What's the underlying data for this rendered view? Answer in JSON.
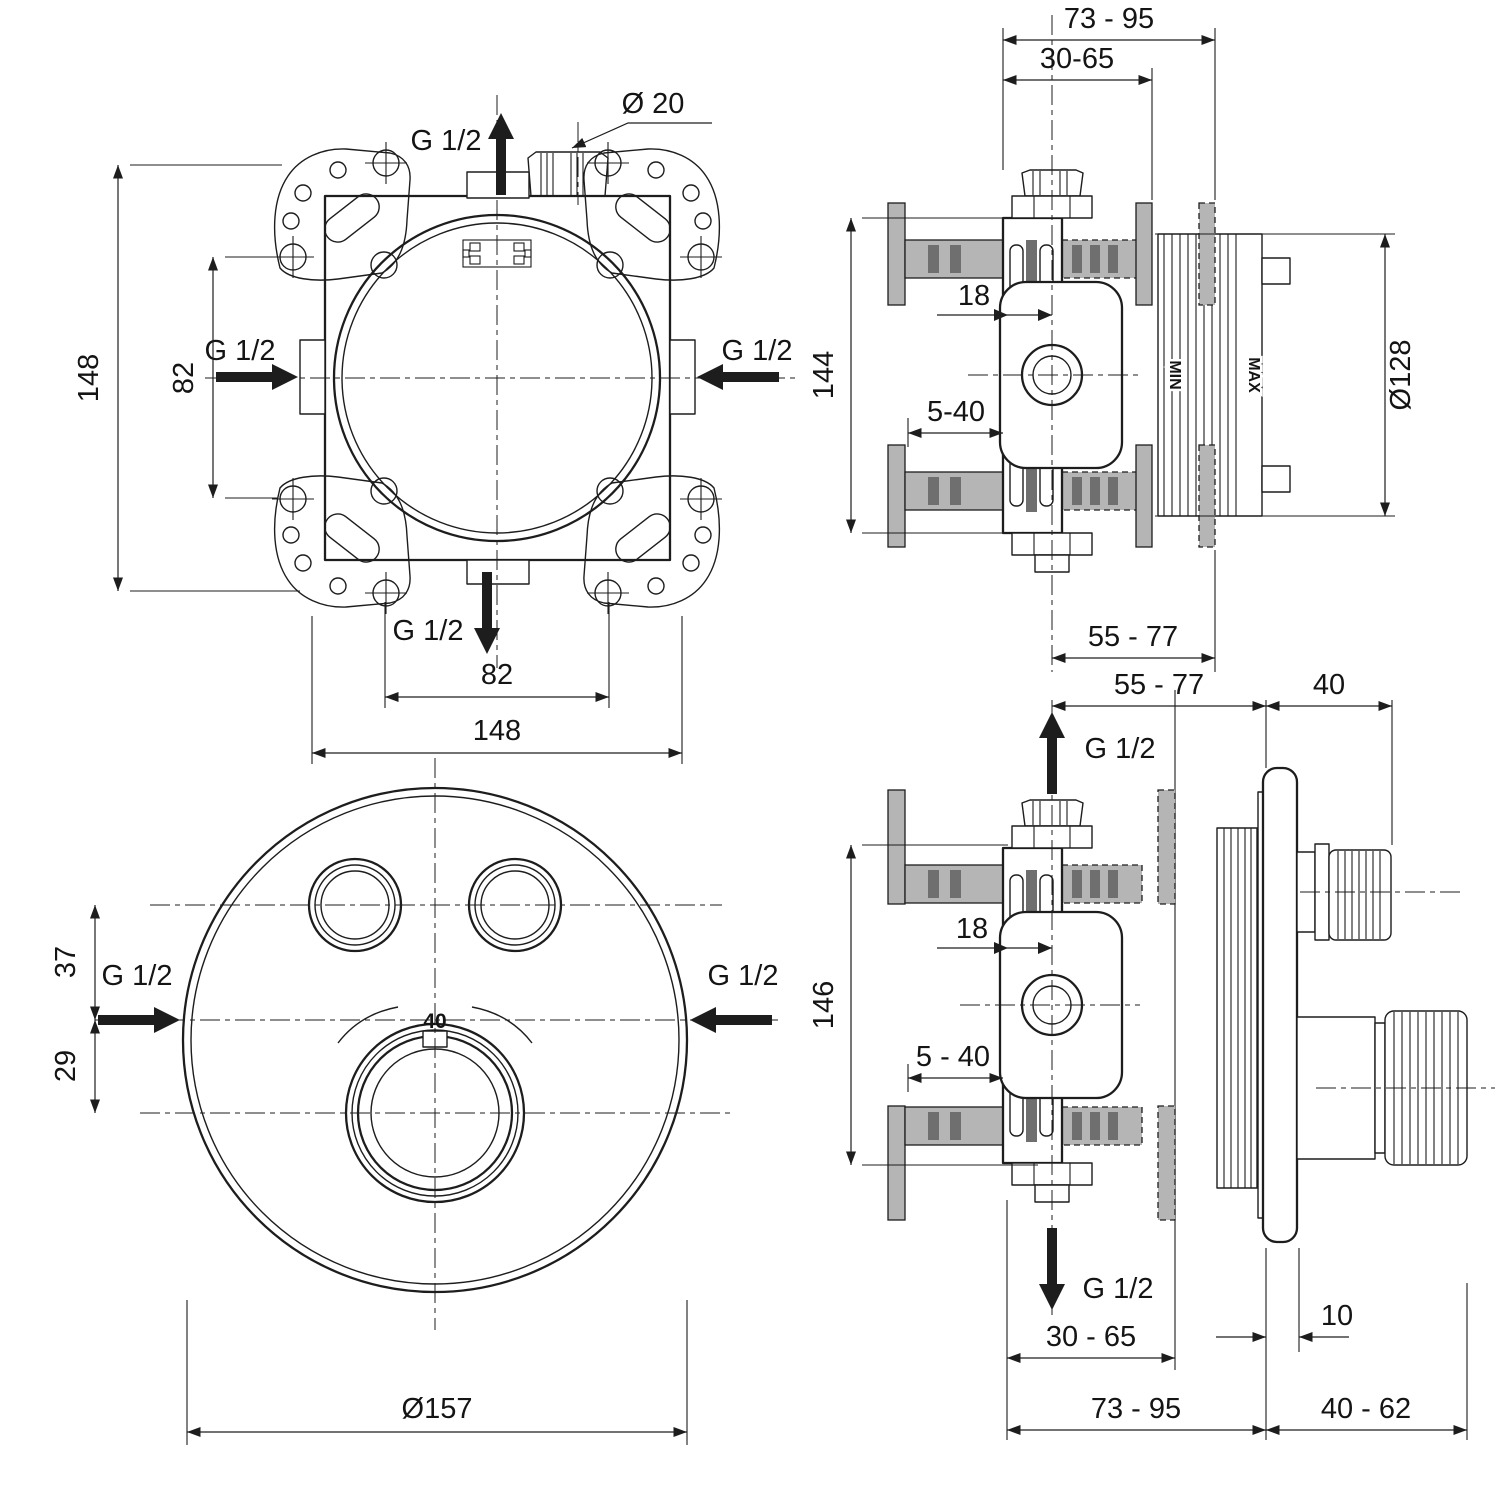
{
  "views": {
    "roughInFront": {
      "g_top": "G 1/2",
      "g_left": "G 1/2",
      "g_right": "G 1/2",
      "g_bottom": "G 1/2",
      "conduit_dia": "Ø 20",
      "dim_height_overall": "148",
      "dim_width_overall": "148",
      "dim_screws_vertical": "82",
      "dim_screws_horizontal": "82"
    },
    "roughInSide": {
      "dim_depth_total": "73 - 95",
      "dim_depth_housing": "30-65",
      "dim_center_offset": "18",
      "dim_height_overall": "144",
      "dim_plaster_range": "5-40",
      "label_min": "MIN",
      "label_max": "MAX",
      "dim_sleeve_dia": "Ø128",
      "dim_axis_to_wall": "55 - 77"
    },
    "trimFront": {
      "dim_buttons_offset": "37",
      "dim_knob_offset": "29",
      "g_left": "G 1/2",
      "g_right": "G 1/2",
      "dial_mark": "40",
      "dim_plate_dia": "Ø157"
    },
    "trimSide": {
      "dim_axis_to_wall": "55 - 77",
      "dim_knob_proj": "40",
      "g_top": "G 1/2",
      "g_bottom": "G 1/2",
      "dim_center_offset": "18",
      "dim_height_overall": "146",
      "dim_plaster_range": "5 - 40",
      "dim_depth_housing": "30 - 65",
      "dim_plate_thickness": "10",
      "dim_depth_total": "73 - 95",
      "dim_handle_proj": "40 - 62"
    }
  },
  "colors": {
    "line": "#1d1d1d",
    "wall_shading": "#b5b5b5",
    "slot_shading": "#6f6f6f"
  }
}
